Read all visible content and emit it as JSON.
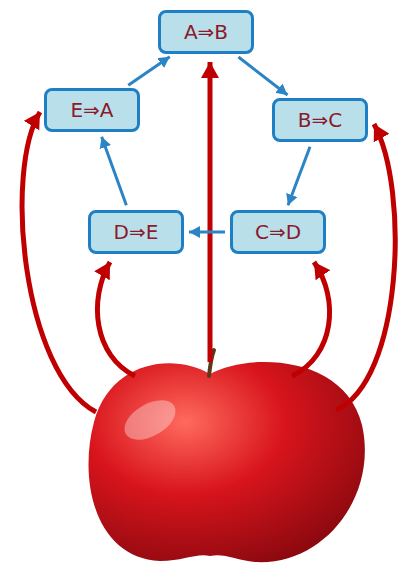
{
  "diagram": {
    "nodes": [
      {
        "text": [
          "A⇒B"
        ]
      },
      {
        "text": [
          "E⇒A"
        ]
      },
      {
        "text": [
          "B⇒C"
        ]
      },
      {
        "text": [
          "D⇒E"
        ]
      },
      {
        "text": [
          "C⇒D"
        ]
      }
    ],
    "edges": [
      {
        "from": 0,
        "to": 2,
        "arrow": "to"
      },
      {
        "from": 2,
        "to": 4,
        "arrow": "to"
      },
      {
        "from": 4,
        "to": 3,
        "arrow": "to"
      },
      {
        "from": 3,
        "to": 1,
        "arrow": "to"
      },
      {
        "from": 1,
        "to": 0,
        "arrow": "to"
      }
    ]
  }
}
